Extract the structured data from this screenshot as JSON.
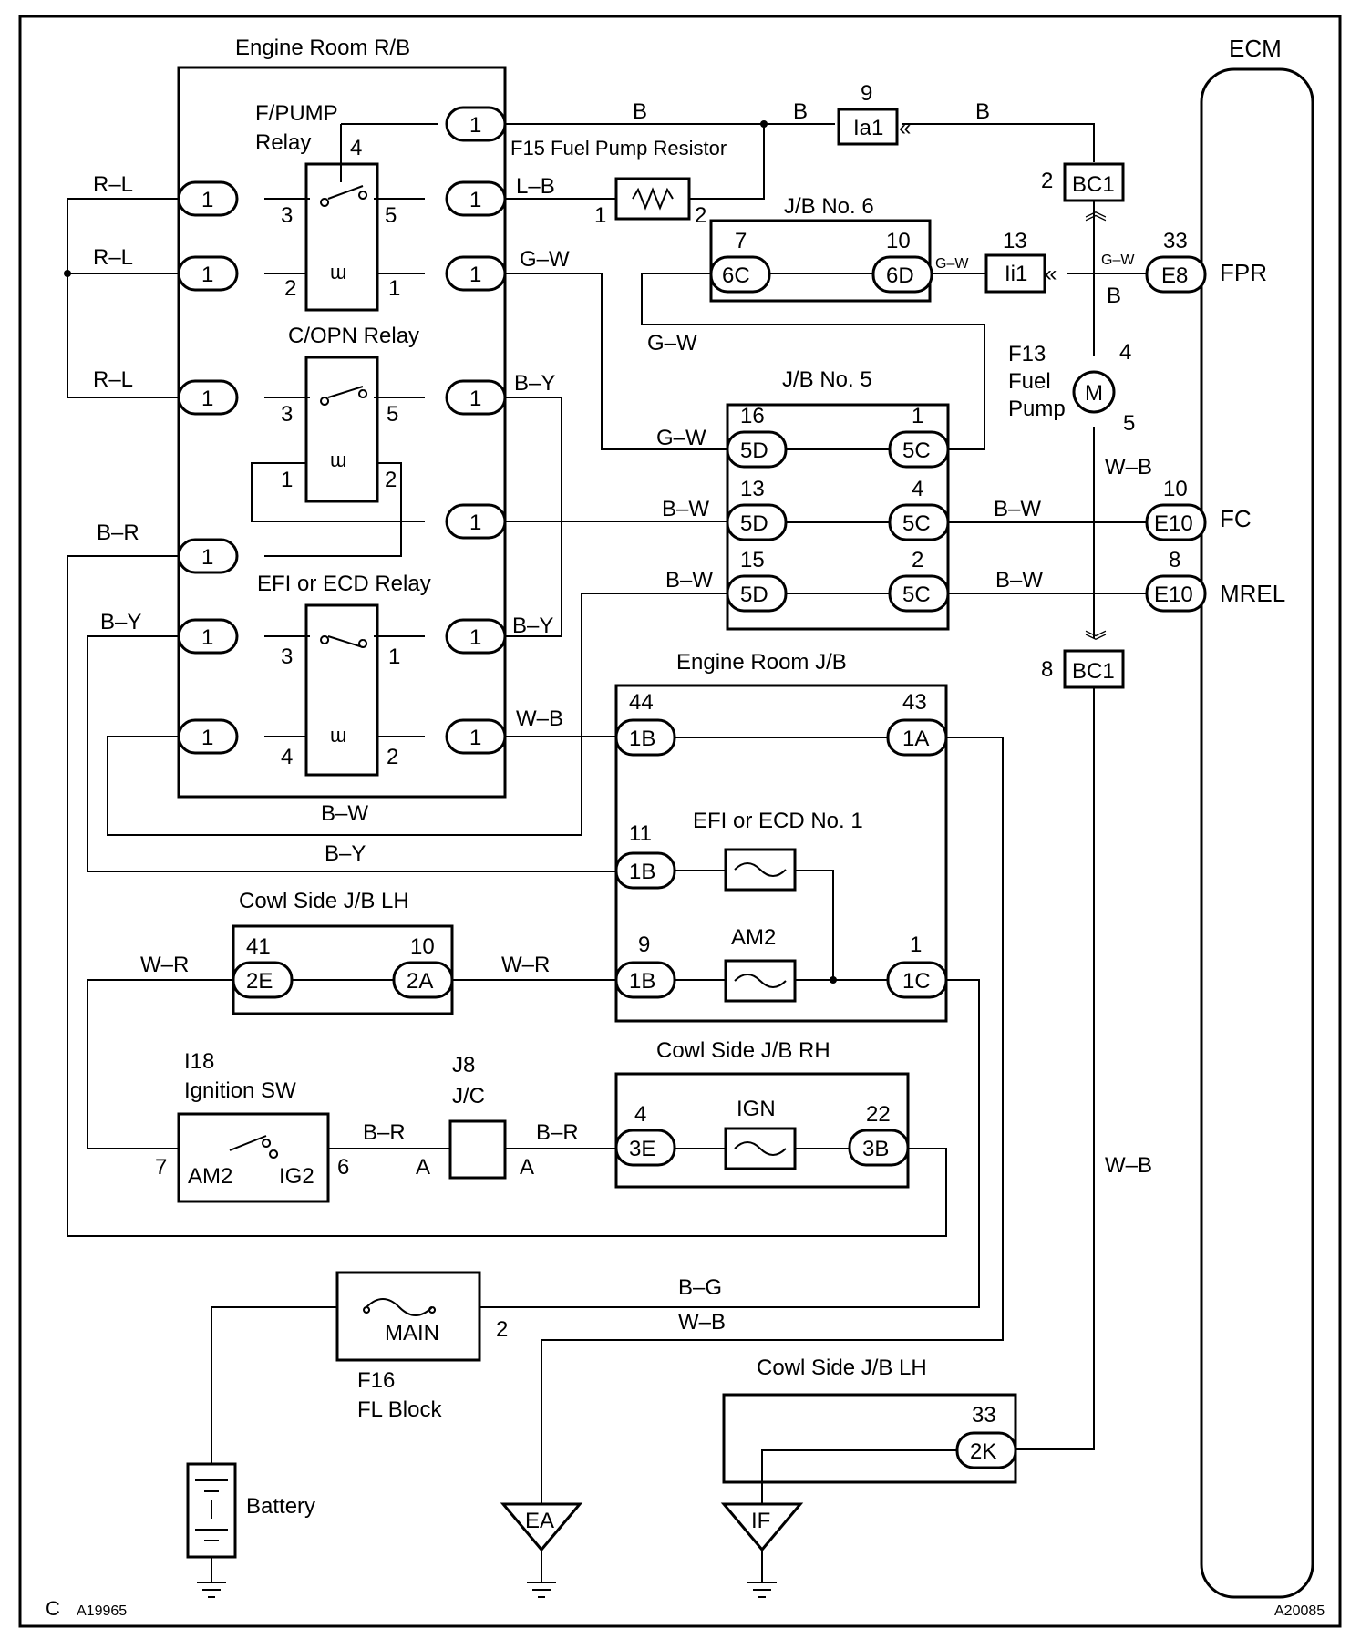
{
  "titles": {
    "engine_room_rb": "Engine Room R/B",
    "ecm": "ECM",
    "fpump_relay_1": "F/PUMP",
    "fpump_relay_2": "Relay",
    "copn_relay": "C/OPN Relay",
    "efi_relay": "EFI or ECD Relay",
    "fuel_pump_resistor": "F15 Fuel Pump Resistor",
    "jb6": "J/B No. 6",
    "jb5": "J/B No. 5",
    "engine_room_jb": "Engine Room J/B",
    "efi_no1": "EFI or ECD No. 1",
    "am2_fuse": "AM2",
    "cowl_lh": "Cowl Side J/B LH",
    "ign_sw_1": "I18",
    "ign_sw_2": "Ignition SW",
    "jc_1": "J8",
    "jc_2": "J/C",
    "cowl_rh": "Cowl Side J/B RH",
    "ign_fuse": "IGN",
    "fl_main": "MAIN",
    "fl_block_1": "F16",
    "fl_block_2": "FL Block",
    "battery": "Battery",
    "fuel_pump_1": "F13",
    "fuel_pump_2": "Fuel",
    "fuel_pump_3": "Pump",
    "motor": "M",
    "cowl_lh_2": "Cowl Side J/B LH"
  },
  "ecm_pins": {
    "fpr": "FPR",
    "fc": "FC",
    "mrel": "MREL"
  },
  "connectors": {
    "one": "1",
    "la1": "Ia1",
    "bc1": "BC1",
    "li1": "Ii1",
    "c6c": "6C",
    "c6d": "6D",
    "e8": "E8",
    "c5d": "5D",
    "c5c": "5C",
    "e10": "E10",
    "c1b": "1B",
    "c1a": "1A",
    "c1c": "1C",
    "c2e": "2E",
    "c2a": "2A",
    "c3e": "3E",
    "c3b": "3B",
    "c2k": "2K",
    "ea": "EA",
    "if": "IF",
    "am2_term": "AM2",
    "ig2_term": "IG2",
    "jc_a": "A"
  },
  "wire_labels": {
    "r_l": "R–L",
    "b": "B",
    "l_b": "L–B",
    "g_w": "G–W",
    "b_y": "B–Y",
    "b_r": "B–R",
    "b_w": "B–W",
    "w_b": "W–B",
    "w_r": "W–R",
    "b_g": "B–G"
  },
  "pin_numbers": {
    "n1": "1",
    "n2": "2",
    "n3": "3",
    "n4": "4",
    "n5": "5",
    "n7": "7",
    "n8": "8",
    "n9": "9",
    "n10": "10",
    "n11": "11",
    "n13": "13",
    "n15": "15",
    "n16": "16",
    "n22": "22",
    "n33": "33",
    "n41": "41",
    "n43": "43",
    "n44": "44",
    "n6": "6"
  },
  "footer": {
    "left_letter": "C",
    "left_code": "A19965",
    "right_code": "A20085"
  }
}
